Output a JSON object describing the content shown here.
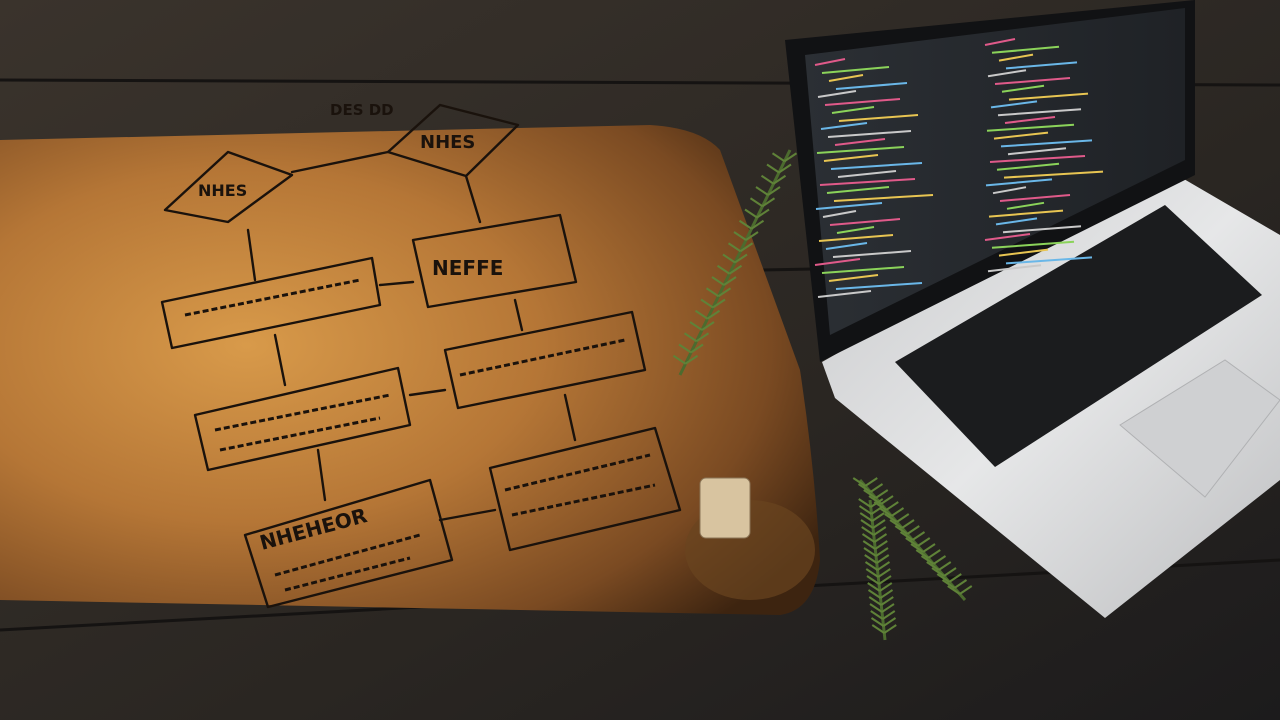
{
  "scene": {
    "description_colors": {
      "table": "#2b2723",
      "board_light": "#c98a3e",
      "board_dark": "#5a3416",
      "ink": "#1a120c",
      "laptop_silver": "#d9dadc",
      "screen": "#25282c",
      "rosemary": "#4c6b2e"
    }
  },
  "flowchart": {
    "top_note": "DES DD",
    "diamond_left": "NHES",
    "diamond_top": "NHES",
    "box_1": "NEFFE",
    "box_2": "NHEHEOR"
  }
}
